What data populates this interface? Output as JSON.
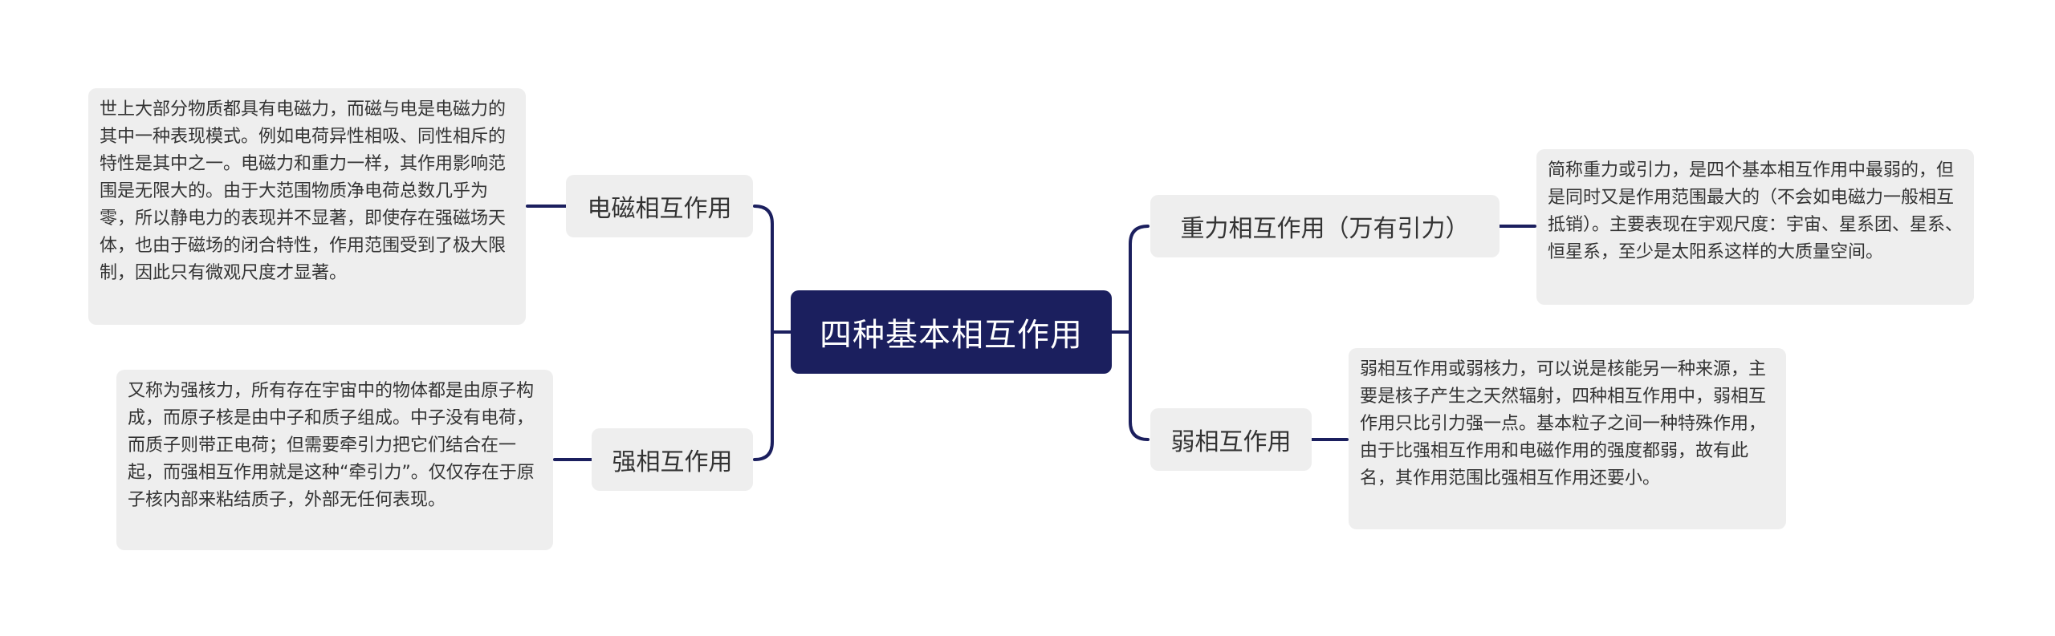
{
  "central": {
    "title": "四种基本相互作用"
  },
  "branches": {
    "electromagnetic": {
      "label": "电磁相互作用",
      "detail": "世上大部分物质都具有电磁力，而磁与电是电磁力的其中一种表现模式。例如电荷异性相吸、同性相斥的特性是其中之一。电磁力和重力一样，其作用影响范围是无限大的。由于大范围物质净电荷总数几乎为零，所以静电力的表现并不显著，即使存在强磁场天体，也由于磁场的闭合特性，作用范围受到了极大限制，因此只有微观尺度才显著。"
    },
    "strong": {
      "label": "强相互作用",
      "detail": "又称为强核力，所有存在宇宙中的物体都是由原子构成，而原子核是由中子和质子组成。中子没有电荷，而质子则带正电荷；但需要牵引力把它们结合在一起，而强相互作用就是这种“牵引力”。仅仅存在于原子核内部来粘结质子，外部无任何表现。"
    },
    "gravity": {
      "label": "重力相互作用（万有引力）",
      "detail": "简称重力或引力，是四个基本相互作用中最弱的，但是同时又是作用范围最大的（不会如电磁力一般相互抵销）。主要表现在宇观尺度：宇宙、星系团、星系、恒星系，至少是太阳系这样的大质量空间。"
    },
    "weak": {
      "label": "弱相互作用",
      "detail": "弱相互作用或弱核力，可以说是核能另一种来源，主要是核子产生之天然辐射，四种相互作用中，弱相互作用只比引力强一点。基本粒子之间一种特殊作用，由于比强相互作用和电磁作用的强度都弱，故有此名，其作用范围比强相互作用还要小。"
    }
  },
  "colors": {
    "central_background": "#1b1f5e",
    "central_text": "#ffffff",
    "node_background": "#eeeeee",
    "node_text": "#333333",
    "connector": "#1b1f5e"
  }
}
